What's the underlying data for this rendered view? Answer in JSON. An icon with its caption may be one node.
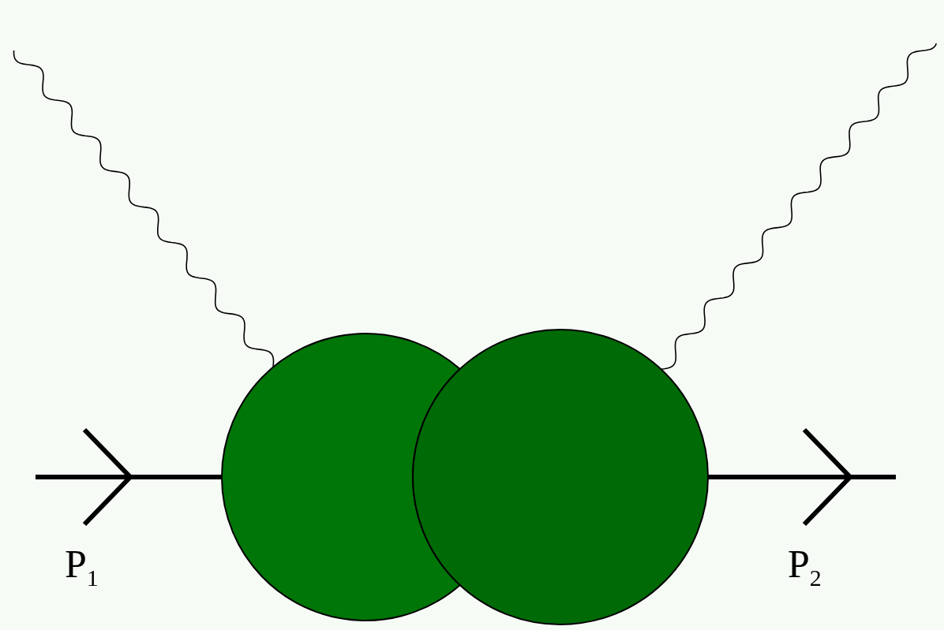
{
  "diagram": {
    "nodes": [
      {
        "text": [],
        "shape": "circle"
      },
      {
        "text": [],
        "shape": "circle"
      }
    ],
    "edges": [
      {
        "from": null,
        "to": 0,
        "arrow": "to",
        "style": "thick",
        "label": "P$_{1}$"
      },
      {
        "from": 1,
        "to": null,
        "arrow": "to",
        "style": "thick",
        "label": "P$_{2}$"
      },
      {
        "from": 0,
        "to": null,
        "arrow": "none"
      },
      {
        "from": 1,
        "to": null,
        "arrow": "none"
      }
    ]
  }
}
